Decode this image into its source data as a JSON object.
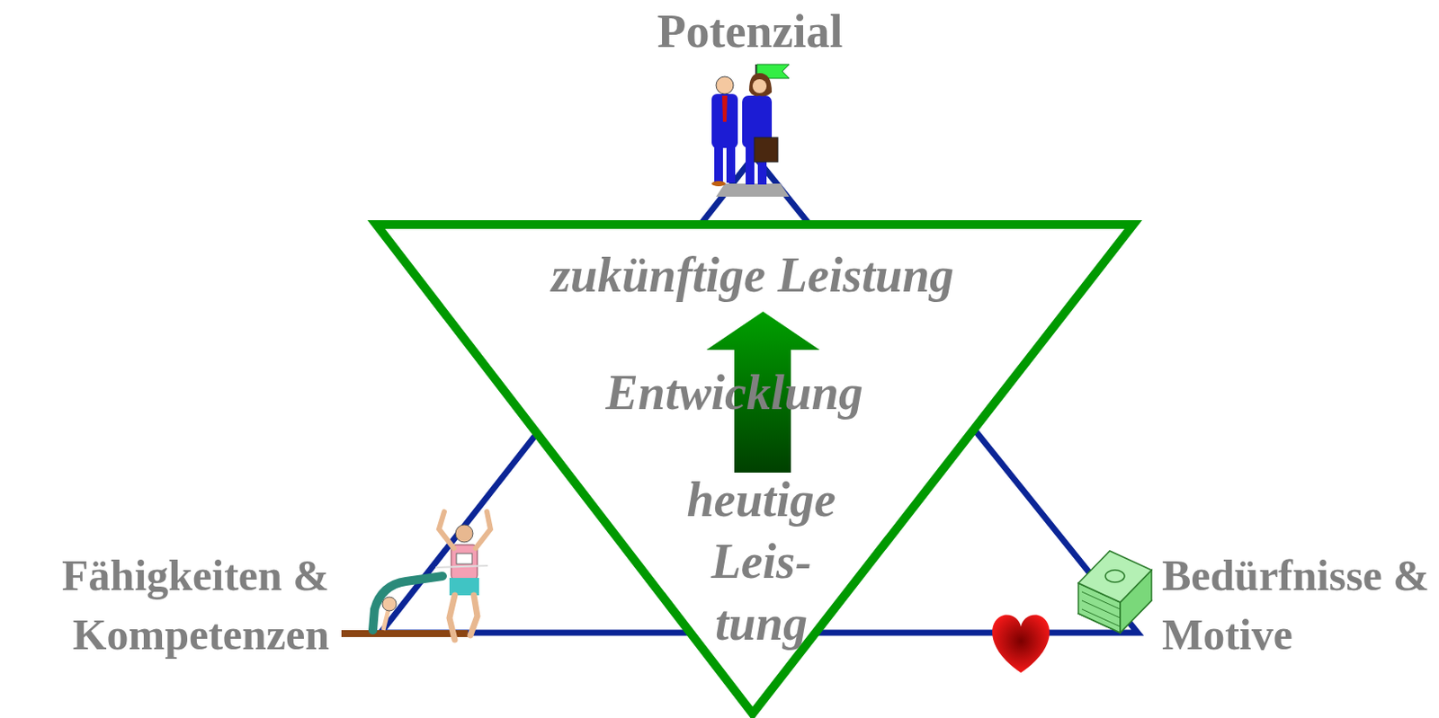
{
  "diagram": {
    "nodes": [
      {
        "text": [
          "zukünftige Leistung",
          "Entwicklung",
          "heutige Leis- tung"
        ]
      }
    ],
    "labels": [
      "Potenzial",
      "Fähigkeiten & Kompetenzen",
      "Bedürfnisse & Motive"
    ]
  }
}
